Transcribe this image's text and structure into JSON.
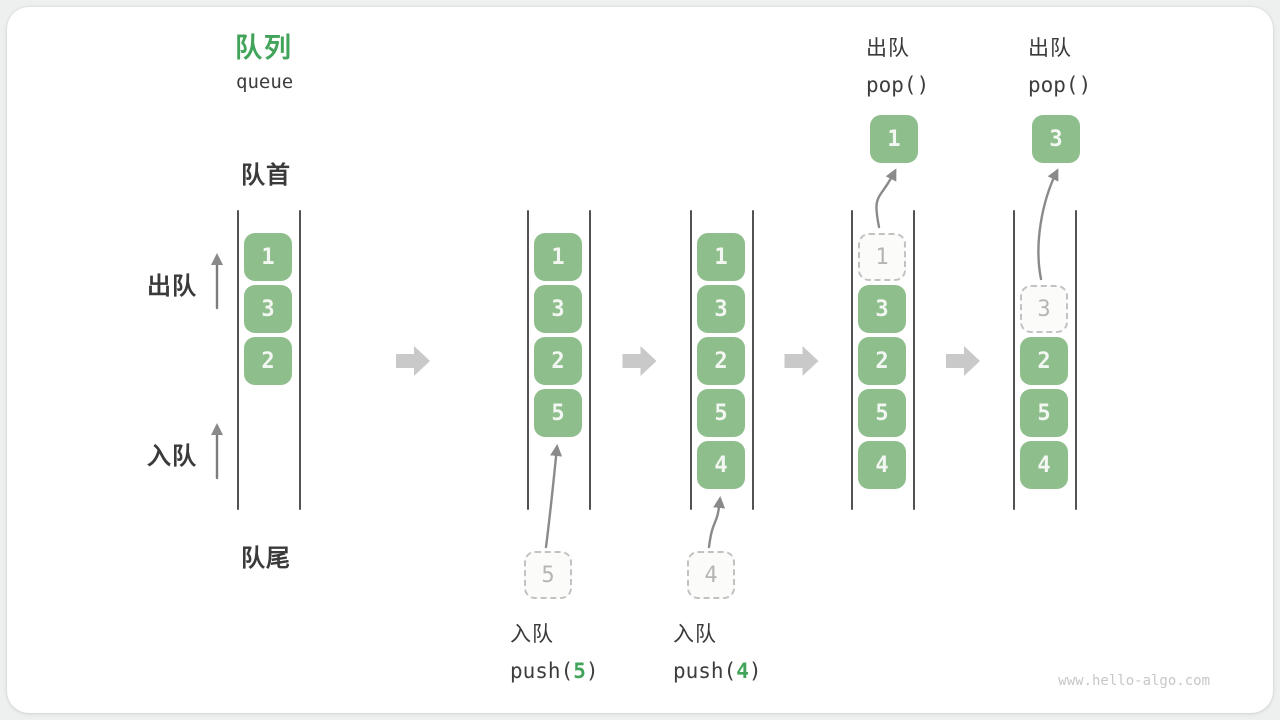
{
  "title": {
    "zh": "队列",
    "en": "queue"
  },
  "side_labels": {
    "front": "队首",
    "rear": "队尾",
    "dequeue_direction": "出队",
    "enqueue_direction": "入队"
  },
  "watermark": "www.hello-algo.com",
  "colors": {
    "accent_green": "#41a45a",
    "box_green": "#8fbe8d",
    "box_text": "#f3f7f2",
    "wall": "#525252",
    "thin_arrow": "#8a8a8a",
    "block_arrow": "#c9c9c9",
    "dashed_border": "#c2c2c2",
    "dashed_text": "#b4b7b1",
    "label_text": "#3a3a3a",
    "watermark_text": "#c7c7c7",
    "card_bg": "#ffffff",
    "page_bg": "#eef0ef"
  },
  "states": [
    {
      "name": "state-1",
      "boxes": [
        {
          "slot": 0,
          "value": "1"
        },
        {
          "slot": 1,
          "value": "3"
        },
        {
          "slot": 2,
          "value": "2"
        }
      ]
    },
    {
      "name": "state-2",
      "boxes": [
        {
          "slot": 0,
          "value": "1"
        },
        {
          "slot": 1,
          "value": "3"
        },
        {
          "slot": 2,
          "value": "2"
        },
        {
          "slot": 3,
          "value": "5"
        }
      ],
      "enqueue": {
        "value": "5",
        "label": "入队",
        "code_before": "push(",
        "code_arg": "5",
        "code_after": ")"
      }
    },
    {
      "name": "state-3",
      "boxes": [
        {
          "slot": 0,
          "value": "1"
        },
        {
          "slot": 1,
          "value": "3"
        },
        {
          "slot": 2,
          "value": "2"
        },
        {
          "slot": 3,
          "value": "5"
        },
        {
          "slot": 4,
          "value": "4"
        }
      ],
      "enqueue": {
        "value": "4",
        "label": "入队",
        "code_before": "push(",
        "code_arg": "4",
        "code_after": ")"
      }
    },
    {
      "name": "state-4",
      "boxes": [
        {
          "slot": 0,
          "value": "1",
          "dashed": true
        },
        {
          "slot": 1,
          "value": "3"
        },
        {
          "slot": 2,
          "value": "2"
        },
        {
          "slot": 3,
          "value": "5"
        },
        {
          "slot": 4,
          "value": "4"
        }
      ],
      "dequeue": {
        "value": "1",
        "label": "出队",
        "code": "pop()"
      }
    },
    {
      "name": "state-5",
      "boxes": [
        {
          "slot": 1,
          "value": "3",
          "dashed": true
        },
        {
          "slot": 2,
          "value": "2"
        },
        {
          "slot": 3,
          "value": "5"
        },
        {
          "slot": 4,
          "value": "4"
        }
      ],
      "dequeue": {
        "value": "3",
        "label": "出队",
        "code": "pop()"
      }
    }
  ]
}
